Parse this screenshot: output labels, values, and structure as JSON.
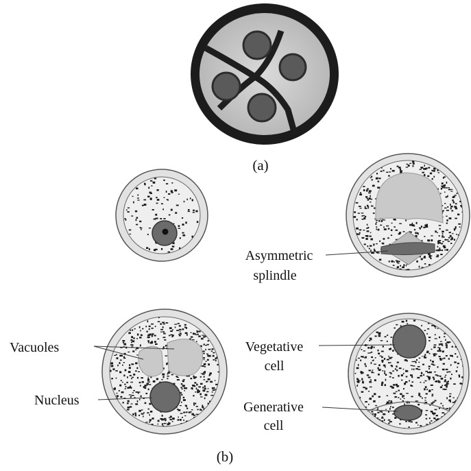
{
  "panel_a": {
    "caption": "(a)"
  },
  "panel_b": {
    "caption": "(b)",
    "labels": {
      "asymmetric_line1": "Asymmetric",
      "asymmetric_line2": "splindle",
      "vacuoles": "Vacuoles",
      "nucleus": "Nucleus",
      "vegetative_line1": "Vegetative",
      "vegetative_line2": "cell",
      "generative_line1": "Generative",
      "generative_line2": "cell"
    }
  },
  "colors": {
    "wall": "#e2e2e2",
    "wall_stroke": "#555555",
    "cytoplasm": "#efefef",
    "speckle": "#1a1a1a",
    "nucleus": "#6b6b6b",
    "vacuole": "#c9c9c9",
    "tetrad_wall": "#1c1c1c",
    "tetrad_cell": "#cfcfcf"
  }
}
